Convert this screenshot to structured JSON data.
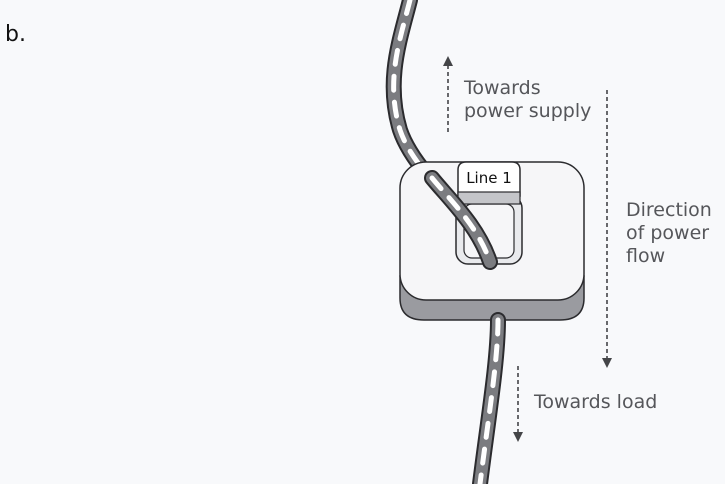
{
  "panel_label": "b.",
  "sensor_tag": "Line 1",
  "labels": {
    "supply": [
      "Towards",
      "power supply"
    ],
    "flow": [
      "Direction",
      "of power",
      "flow"
    ],
    "load": "Towards load"
  },
  "colors": {
    "background": "#f8f9fb",
    "sensor_face": "#f6f6f8",
    "sensor_side": "#9a9ba0",
    "outline": "#2b2b2e",
    "wire_dark": "#7b7c80",
    "wire_light": "#ffffff",
    "arrow": "#444548",
    "text": "#55565a"
  }
}
